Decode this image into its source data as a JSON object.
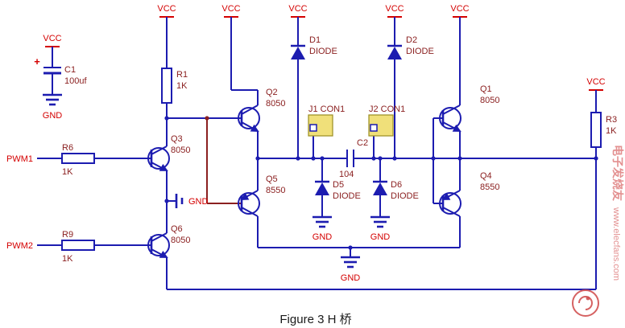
{
  "caption": "Figure 3 H 桥",
  "nets": {
    "vcc": "VCC",
    "gnd": "GND",
    "pwm1": "PWM1",
    "pwm2": "PWM2"
  },
  "components": {
    "c1": {
      "ref": "C1",
      "val": "100uf",
      "polarity": "+"
    },
    "c2": {
      "ref": "C2",
      "val": "104"
    },
    "r1": {
      "ref": "R1",
      "val": "1K"
    },
    "r3": {
      "ref": "R3",
      "val": "1K"
    },
    "r6": {
      "ref": "R6",
      "val": "1K"
    },
    "r9": {
      "ref": "R9",
      "val": "1K"
    },
    "q1": {
      "ref": "Q1",
      "val": "8050"
    },
    "q2": {
      "ref": "Q2",
      "val": "8050"
    },
    "q3": {
      "ref": "Q3",
      "val": "8050"
    },
    "q4": {
      "ref": "Q4",
      "val": "8550"
    },
    "q5": {
      "ref": "Q5",
      "val": "8550"
    },
    "q6": {
      "ref": "Q6",
      "val": "8050"
    },
    "d1": {
      "ref": "D1",
      "val": "DIODE"
    },
    "d2": {
      "ref": "D2",
      "val": "DIODE"
    },
    "d5": {
      "ref": "D5",
      "val": "DIODE"
    },
    "d6": {
      "ref": "D6",
      "val": "DIODE"
    },
    "j1": {
      "ref": "J1 CON1"
    },
    "j2": {
      "ref": "J2 CON1"
    }
  },
  "colors": {
    "wire": "#1c1cb0",
    "net_label": "#d40000",
    "component_label": "#8b2020",
    "connector_fill": "#f0e07a"
  },
  "watermark": {
    "brand": "电子发烧友",
    "site": "www.elecfans.com"
  }
}
